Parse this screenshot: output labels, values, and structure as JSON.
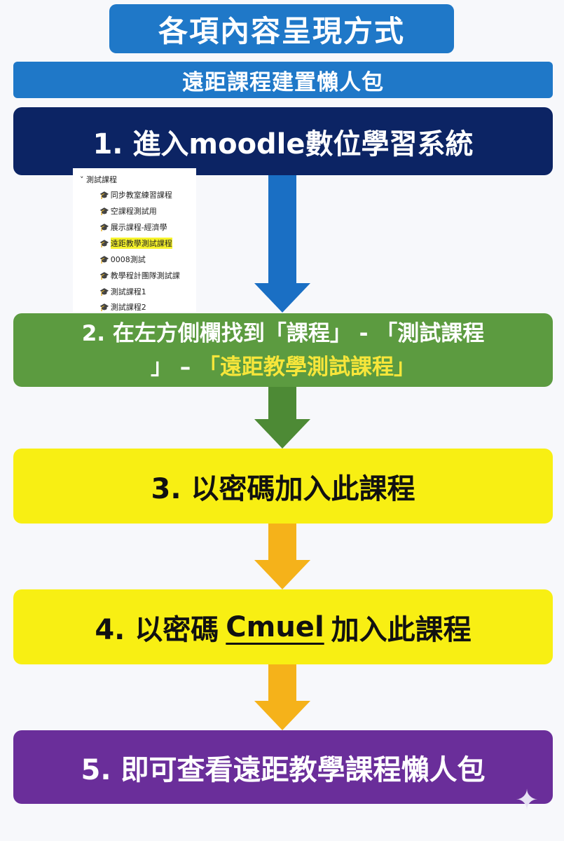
{
  "title": "各項內容呈現方式",
  "subtitle": "遠距課程建置懶人包",
  "steps": {
    "s1": "1. 進入moodle數位學習系統",
    "s2_line1": "2. 在左方側欄找到「課程」 - 「測試課程",
    "s2_line2_prefix": "」 – ",
    "s2_line2_highlight": "「遠距教學測試課程」",
    "s3": "3. 以密碼加入此課程",
    "s4_prefix": "4. 以密碼",
    "s4_password": "Cmuel",
    "s4_suffix": "加入此課程",
    "s5": "5. 即可查看遠距教學課程懶人包"
  },
  "sidebar_tree": {
    "root": "˅ 測試課程",
    "items": [
      "同步教室練習課程",
      "空課程測試用",
      "展示課程-經濟學",
      "遠距教學測試課程",
      "0008測試",
      "教學程計團隊測試課",
      "測試課程1",
      "測試課程2"
    ],
    "highlighted_index": 3
  },
  "colors": {
    "title_blue": "#1f78c8",
    "step1_navy": "#0c2464",
    "step2_green": "#5c9b40",
    "step3_4_yellow": "#f8ef13",
    "step5_purple": "#6a2e9a",
    "arrow_blue": "#1a6fc4",
    "arrow_green": "#4d8a35",
    "arrow_orange": "#f5b21a",
    "highlight_yellow": "#f7e63a"
  }
}
